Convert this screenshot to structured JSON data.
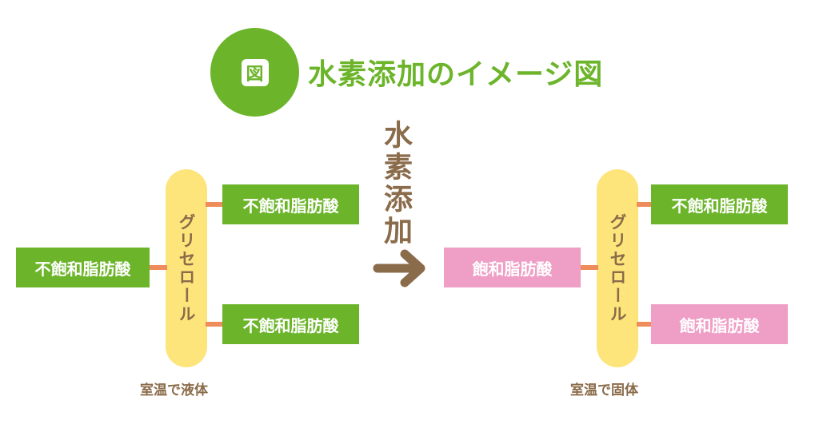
{
  "colors": {
    "green": "#6cb52b",
    "pink": "#ef9ec6",
    "yellow": "#fde57b",
    "connector": "#ef8c5c",
    "brown": "#8a6b4a",
    "white": "#ffffff"
  },
  "header": {
    "badge_label": "図",
    "title": "水素添加のイメージ図"
  },
  "process": {
    "label": "水素添加",
    "arrow_icon": "right-arrow-icon"
  },
  "before": {
    "backbone_label": "グリセロール",
    "chains": [
      "不飽和脂肪酸",
      "不飽和脂肪酸",
      "不飽和脂肪酸"
    ],
    "caption": "室温で液体"
  },
  "after": {
    "backbone_label": "グリセロール",
    "chains": [
      "不飽和脂肪酸",
      "飽和脂肪酸",
      "飽和脂肪酸"
    ],
    "caption": "室温で固体"
  }
}
